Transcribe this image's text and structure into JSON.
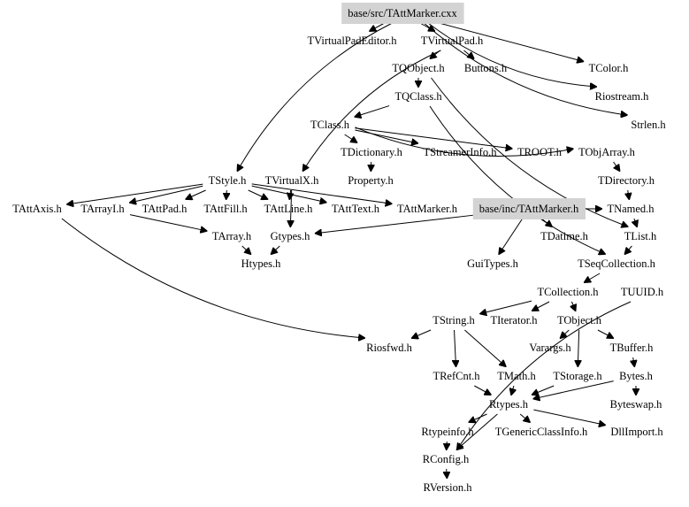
{
  "diagram": {
    "title": "base/src/TAttMarker.cxx",
    "highlight_color": "#d3d3d3",
    "nodes": [
      {
        "id": "root",
        "label": "base/src/TAttMarker.cxx",
        "highlighted": true
      },
      {
        "id": "tvirtualpadeditor",
        "label": "TVirtualPadEditor.h"
      },
      {
        "id": "tvirtualpad",
        "label": "TVirtualPad.h"
      },
      {
        "id": "tqobject",
        "label": "TQObject.h"
      },
      {
        "id": "buttons",
        "label": "Buttons.h"
      },
      {
        "id": "tcolor",
        "label": "TColor.h"
      },
      {
        "id": "tqclass",
        "label": "TQClass.h"
      },
      {
        "id": "riostream",
        "label": "Riostream.h"
      },
      {
        "id": "strlen",
        "label": "Strlen.h"
      },
      {
        "id": "tclass",
        "label": "TClass.h"
      },
      {
        "id": "tdictionary",
        "label": "TDictionary.h"
      },
      {
        "id": "tstreamerinfo",
        "label": "TStreamerInfo.h"
      },
      {
        "id": "troot",
        "label": "TROOT.h"
      },
      {
        "id": "tobjarray",
        "label": "TObjArray.h"
      },
      {
        "id": "tstyle",
        "label": "TStyle.h"
      },
      {
        "id": "tvirtualx",
        "label": "TVirtualX.h"
      },
      {
        "id": "property",
        "label": "Property.h"
      },
      {
        "id": "tdirectory",
        "label": "TDirectory.h"
      },
      {
        "id": "tattaxis",
        "label": "TAttAxis.h"
      },
      {
        "id": "tarrayi",
        "label": "TArrayI.h"
      },
      {
        "id": "tattpad",
        "label": "TAttPad.h"
      },
      {
        "id": "tattfill",
        "label": "TAttFill.h"
      },
      {
        "id": "tattline",
        "label": "TAttLine.h"
      },
      {
        "id": "tatttext",
        "label": "TAttText.h"
      },
      {
        "id": "tattmarker",
        "label": "TAttMarker.h"
      },
      {
        "id": "incmarker",
        "label": "base/inc/TAttMarker.h",
        "highlighted": true
      },
      {
        "id": "tnamed",
        "label": "TNamed.h"
      },
      {
        "id": "tarray",
        "label": "TArray.h"
      },
      {
        "id": "gtypes",
        "label": "Gtypes.h"
      },
      {
        "id": "tdatime",
        "label": "TDatime.h"
      },
      {
        "id": "tlist",
        "label": "TList.h"
      },
      {
        "id": "htypes",
        "label": "Htypes.h"
      },
      {
        "id": "guitypes",
        "label": "GuiTypes.h"
      },
      {
        "id": "tseqcollection",
        "label": "TSeqCollection.h"
      },
      {
        "id": "tcollection",
        "label": "TCollection.h"
      },
      {
        "id": "tuuid",
        "label": "TUUID.h"
      },
      {
        "id": "tstring",
        "label": "TString.h"
      },
      {
        "id": "titerator",
        "label": "TIterator.h"
      },
      {
        "id": "tobject",
        "label": "TObject.h"
      },
      {
        "id": "riosfwd",
        "label": "Riosfwd.h"
      },
      {
        "id": "varargs",
        "label": "Varargs.h"
      },
      {
        "id": "tbuffer",
        "label": "TBuffer.h"
      },
      {
        "id": "trefcnt",
        "label": "TRefCnt.h"
      },
      {
        "id": "tmath",
        "label": "TMath.h"
      },
      {
        "id": "tstorage",
        "label": "TStorage.h"
      },
      {
        "id": "bytes",
        "label": "Bytes.h"
      },
      {
        "id": "rtypes",
        "label": "Rtypes.h"
      },
      {
        "id": "byteswap",
        "label": "Byteswap.h"
      },
      {
        "id": "rtypeinfo",
        "label": "Rtypeinfo.h"
      },
      {
        "id": "tgenericclassinfo",
        "label": "TGenericClassInfo.h"
      },
      {
        "id": "dllimport",
        "label": "DllImport.h"
      },
      {
        "id": "rconfig",
        "label": "RConfig.h"
      },
      {
        "id": "rversion",
        "label": "RVersion.h"
      }
    ],
    "edges": [
      [
        "root",
        "tvirtualpadeditor"
      ],
      [
        "root",
        "tvirtualpad"
      ],
      [
        "root",
        "tcolor"
      ],
      [
        "root",
        "riostream"
      ],
      [
        "root",
        "strlen"
      ],
      [
        "root",
        "tstyle"
      ],
      [
        "tvirtualpad",
        "tqobject"
      ],
      [
        "tvirtualpad",
        "buttons"
      ],
      [
        "tvirtualpad",
        "tvirtualx"
      ],
      [
        "tqobject",
        "tqclass"
      ],
      [
        "tqobject",
        "tlist"
      ],
      [
        "tqclass",
        "tclass"
      ],
      [
        "tqclass",
        "tseqcollection"
      ],
      [
        "tclass",
        "tdictionary"
      ],
      [
        "tclass",
        "tstreamerinfo"
      ],
      [
        "tclass",
        "troot"
      ],
      [
        "tclass",
        "tobjarray"
      ],
      [
        "tdictionary",
        "property"
      ],
      [
        "tobjarray",
        "tdirectory"
      ],
      [
        "tdirectory",
        "tnamed"
      ],
      [
        "tstyle",
        "tattaxis"
      ],
      [
        "tstyle",
        "tarrayi"
      ],
      [
        "tstyle",
        "tattpad"
      ],
      [
        "tstyle",
        "tattfill"
      ],
      [
        "tstyle",
        "tattline"
      ],
      [
        "tstyle",
        "tatttext"
      ],
      [
        "tstyle",
        "tattmarker"
      ],
      [
        "tvirtualx",
        "gtypes"
      ],
      [
        "tvirtualx",
        "tattline"
      ],
      [
        "tarrayi",
        "tarray"
      ],
      [
        "tattaxis",
        "riosfwd"
      ],
      [
        "tarray",
        "htypes"
      ],
      [
        "gtypes",
        "htypes"
      ],
      [
        "incmarker",
        "gtypes"
      ],
      [
        "incmarker",
        "guitypes"
      ],
      [
        "incmarker",
        "tdatime"
      ],
      [
        "incmarker",
        "tnamed"
      ],
      [
        "tnamed",
        "tlist"
      ],
      [
        "tlist",
        "tseqcollection"
      ],
      [
        "tseqcollection",
        "tcollection"
      ],
      [
        "tcollection",
        "tstring"
      ],
      [
        "tcollection",
        "titerator"
      ],
      [
        "tcollection",
        "tobject"
      ],
      [
        "tstring",
        "trefcnt"
      ],
      [
        "tstring",
        "tmath"
      ],
      [
        "tstring",
        "riosfwd"
      ],
      [
        "tobject",
        "varargs"
      ],
      [
        "tobject",
        "tbuffer"
      ],
      [
        "tobject",
        "tstorage"
      ],
      [
        "tbuffer",
        "bytes"
      ],
      [
        "tmath",
        "rtypes"
      ],
      [
        "trefcnt",
        "rtypes"
      ],
      [
        "tstorage",
        "rtypes"
      ],
      [
        "bytes",
        "rtypes"
      ],
      [
        "bytes",
        "byteswap"
      ],
      [
        "rtypes",
        "rtypeinfo"
      ],
      [
        "rtypes",
        "tgenericclassinfo"
      ],
      [
        "rtypes",
        "dllimport"
      ],
      [
        "rtypes",
        "rconfig"
      ],
      [
        "rtypeinfo",
        "rconfig"
      ],
      [
        "rconfig",
        "rversion"
      ],
      [
        "tuuid",
        "rconfig"
      ]
    ]
  }
}
